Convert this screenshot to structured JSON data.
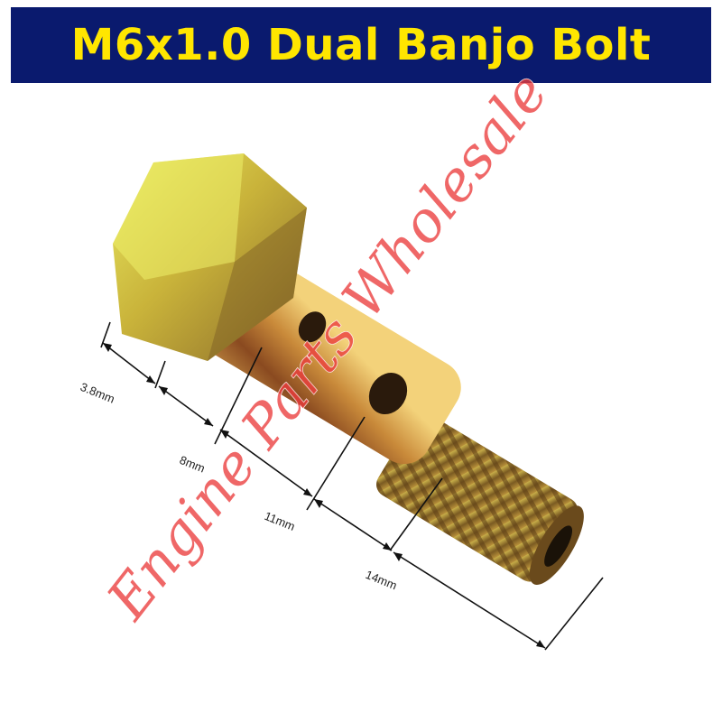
{
  "header": {
    "title": "M6x1.0 Dual Banjo Bolt"
  },
  "dimensions": {
    "d1": "3.8mm",
    "d2": "8mm",
    "d3": "11mm",
    "d4": "14mm"
  },
  "watermark": {
    "text": "Engine Parts Wholesale"
  },
  "colors": {
    "header_background": "#0a1a6e",
    "header_text": "#ffe600",
    "watermark": "#eb3c3c"
  }
}
